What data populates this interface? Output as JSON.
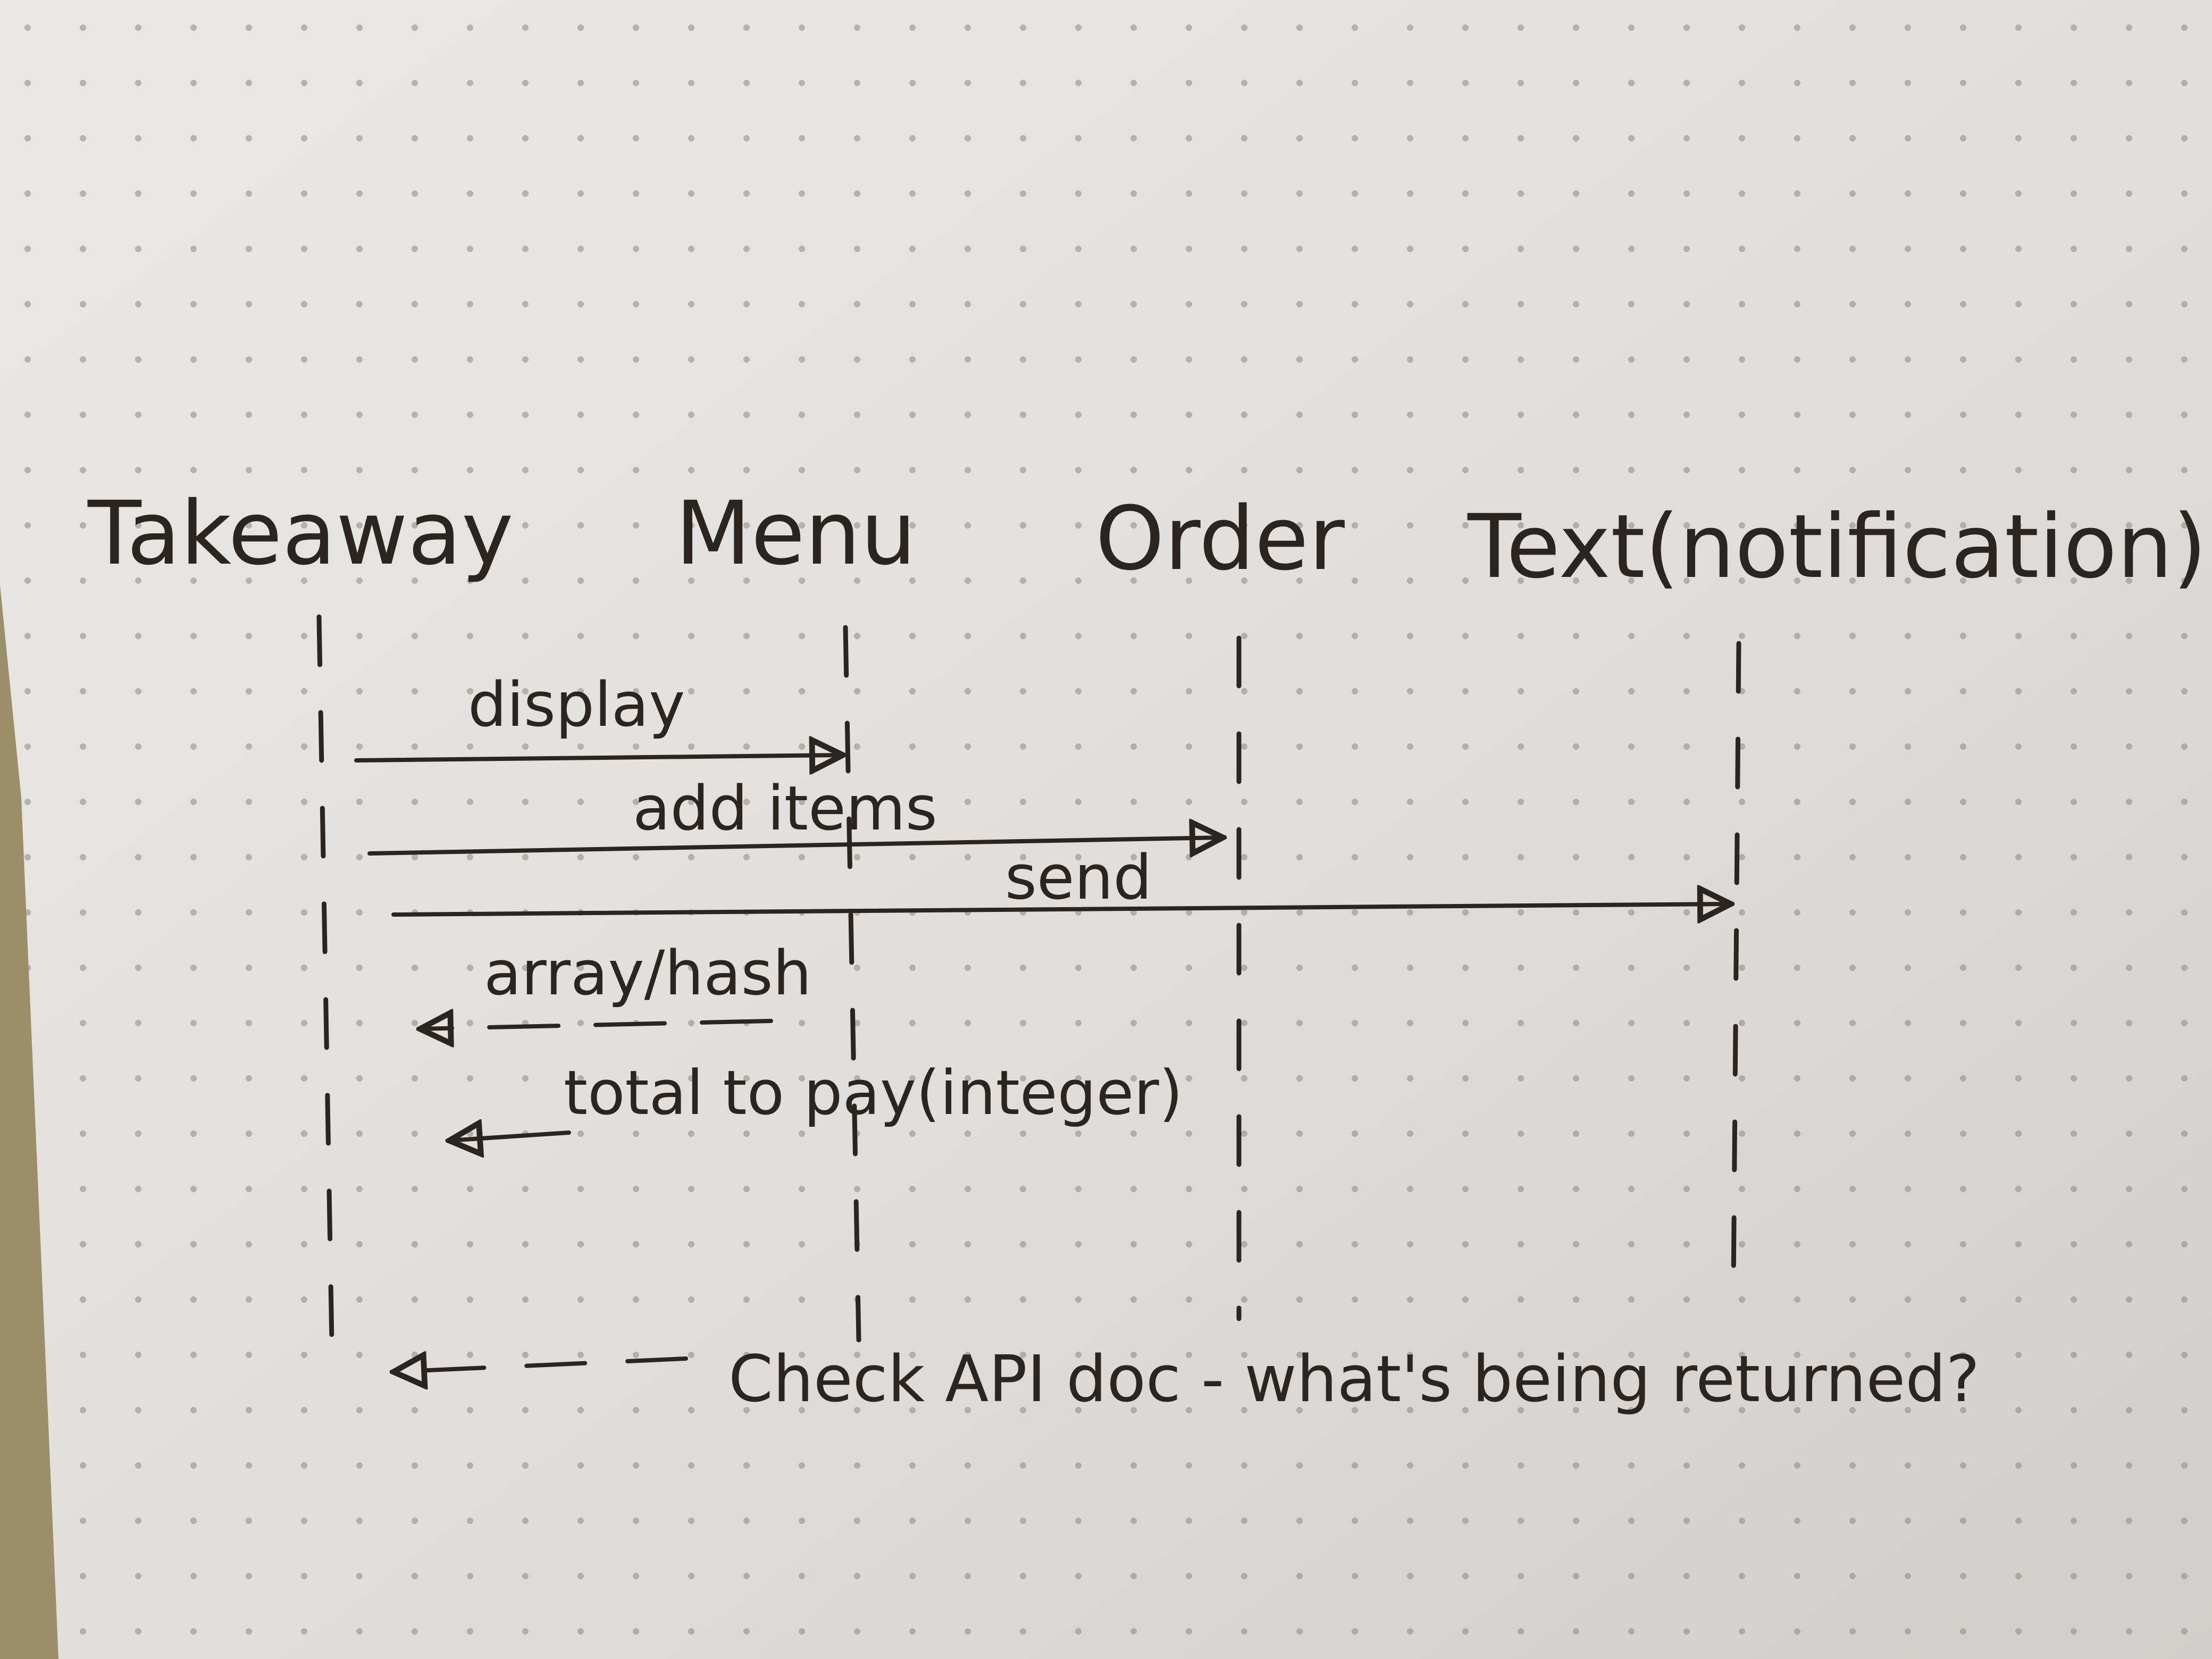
{
  "diagram": {
    "participants": [
      {
        "id": "takeaway",
        "label": "Takeaway"
      },
      {
        "id": "menu",
        "label": "Menu"
      },
      {
        "id": "order",
        "label": "Order"
      },
      {
        "id": "text",
        "label": "Text(notification)"
      }
    ],
    "messages": [
      {
        "label": "display",
        "from": "takeaway",
        "to": "menu",
        "style": "solid"
      },
      {
        "label": "add items",
        "from": "takeaway",
        "to": "order",
        "style": "solid"
      },
      {
        "label": "send",
        "from": "takeaway",
        "to": "text",
        "style": "solid"
      },
      {
        "label": "array/hash",
        "from": "menu",
        "to": "takeaway",
        "style": "return"
      },
      {
        "label": "total to pay(integer)",
        "from": "order",
        "to": "takeaway",
        "style": "return"
      }
    ],
    "note": {
      "text": "Check API doc - what's being returned?",
      "from": "text",
      "to": "takeaway",
      "style": "dashed"
    },
    "colors": {
      "ink": "#2a2520",
      "paper": "#e2dfdc",
      "grid_dots": "#8c8780"
    }
  }
}
